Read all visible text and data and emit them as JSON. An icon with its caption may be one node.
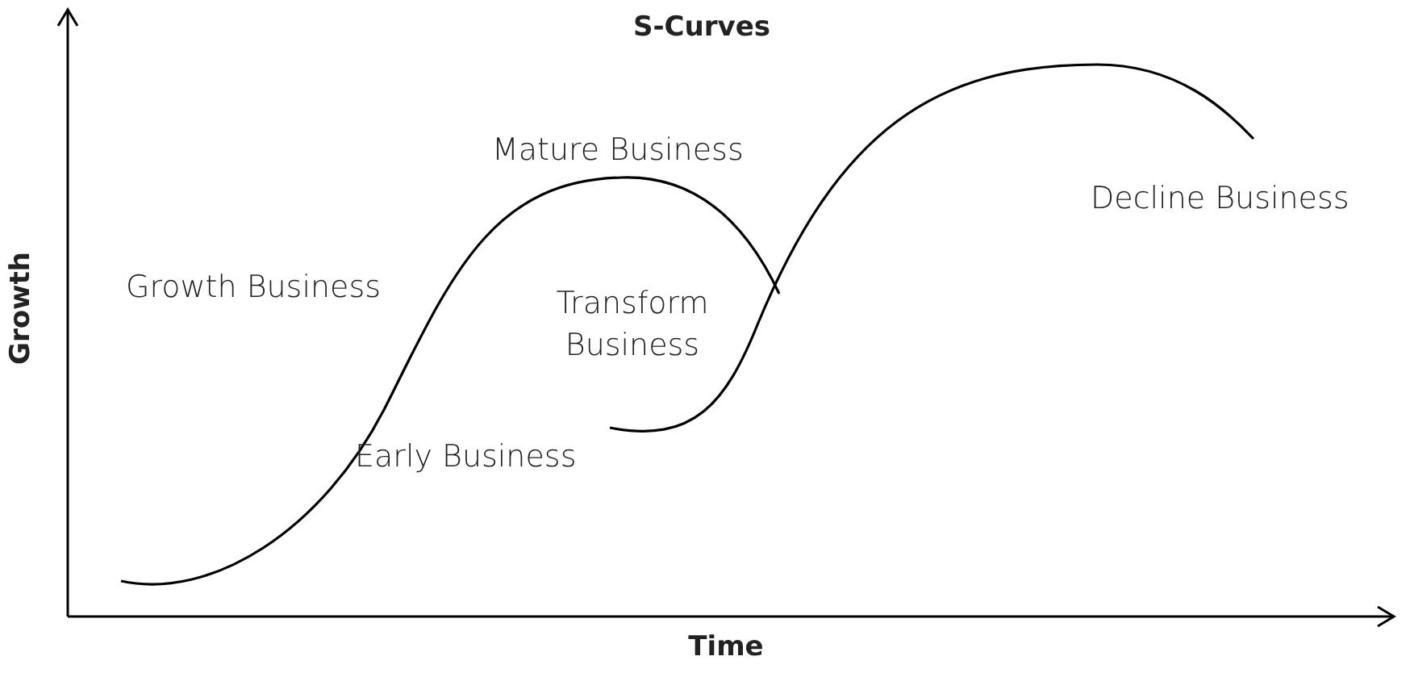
{
  "diagram": {
    "title": "S-Curves",
    "labels": [
      "Mature Business",
      "Decline Business",
      "Growth Business",
      "Transform Business",
      "Early Business",
      "Growth",
      "Time"
    ]
  }
}
